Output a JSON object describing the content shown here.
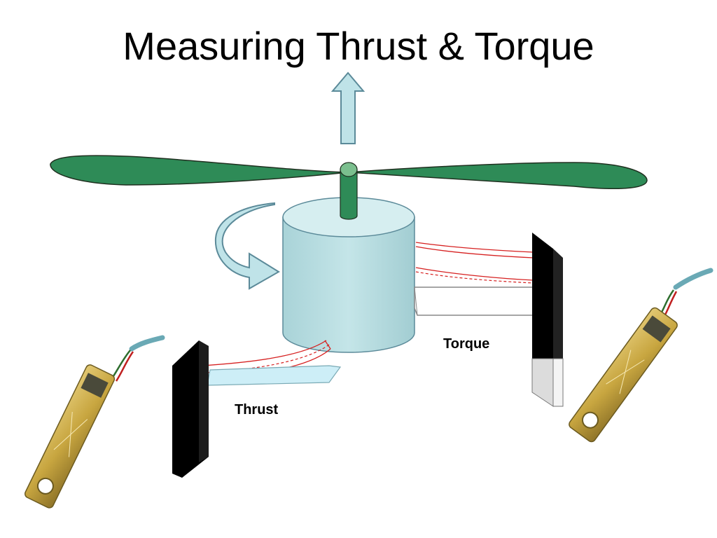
{
  "slide": {
    "title": "Measuring Thrust & Torque"
  },
  "labels": {
    "torque": "Torque",
    "thrust": "Thrust"
  },
  "colors": {
    "propeller": "#2e8b57",
    "propeller_outline": "#1f2f1f",
    "motor_body": "#b6dde0",
    "motor_top": "#d6eef0",
    "arrow_fill": "#bfe3e8",
    "arrow_stroke": "#5b8a99",
    "load_cell_black": "#000000",
    "strain_gauge_red": "#d62020",
    "sensor_gold": "#c8a640"
  },
  "icons": {
    "thrust_arrow": "up-arrow-icon",
    "rotation_arrow": "curved-arrow-icon",
    "load_cell_photo": "load-cell-sensor-icon"
  }
}
